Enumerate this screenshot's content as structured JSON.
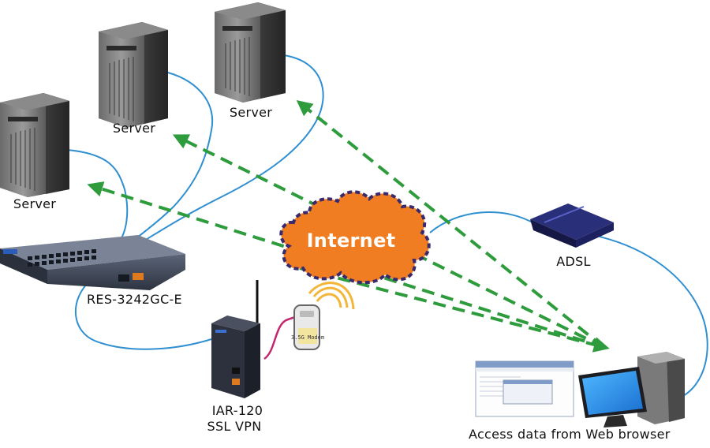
{
  "cloud": {
    "label": "Internet",
    "fill": "#f07d22",
    "border": "#3b2a6b"
  },
  "servers": [
    {
      "label": "Server"
    },
    {
      "label": "Server"
    },
    {
      "label": "Server"
    }
  ],
  "switch": {
    "label": "RES-3242GC-E"
  },
  "adsl": {
    "label": "ADSL"
  },
  "router": {
    "label_line1": "IAR-120",
    "label_line2": "SSL VPN"
  },
  "modem": {
    "label": "3.5G Modem"
  },
  "workstation": {
    "label": "Access data from Web browser"
  },
  "colors": {
    "cable": "#2f8fd0",
    "dashed_arrow": "#2e9b3c",
    "serial_cable": "#c2276e"
  }
}
